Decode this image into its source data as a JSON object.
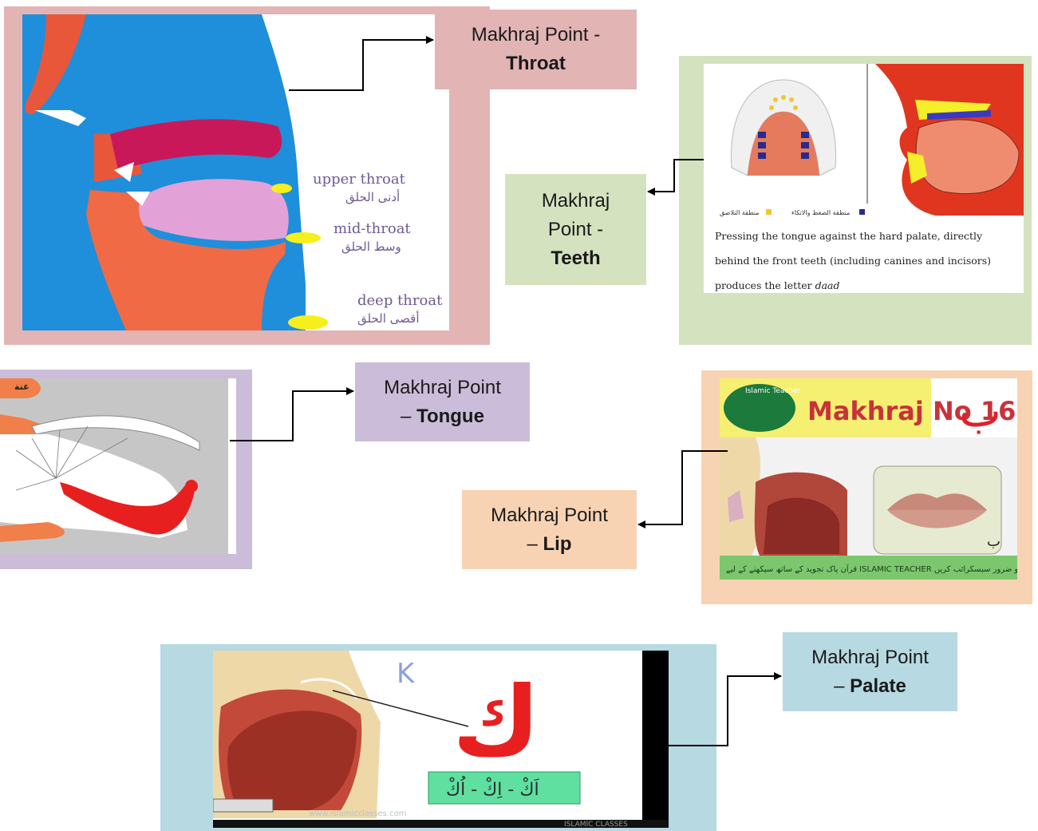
{
  "colors": {
    "throat_bg": "#e2b4b4",
    "teeth_bg": "#d5e2bf",
    "tongue_bg": "#cbbdd9",
    "lip_bg": "#f8d3b3",
    "palate_bg": "#b6d9e2",
    "arrow": "#000000"
  },
  "labels": {
    "throat": {
      "prefix": "Makhraj Point -",
      "bold": "Throat"
    },
    "teeth": {
      "line1": "Makhraj",
      "line2": "Point -",
      "bold": "Teeth"
    },
    "tongue": {
      "prefix": "Makhraj Point",
      "dash": "– ",
      "bold": "Tongue"
    },
    "lip": {
      "prefix": "Makhraj Point",
      "dash": "– ",
      "bold": "Lip"
    },
    "palate": {
      "prefix": "Makhraj Point",
      "dash": "– ",
      "bold": "Palate"
    }
  },
  "throat_image": {
    "upper_en": "upper throat",
    "upper_ar": "أدنى الحلق",
    "mid_en": "mid-throat",
    "mid_ar": "وسط الحلق",
    "deep_en": "deep throat",
    "deep_ar": "أقصى الحلق"
  },
  "teeth_image": {
    "caption": "Pressing the tongue against the hard palate, directly behind the front teeth (including canines and incisors) produces the letter",
    "caption_italic": "daad",
    "legend_a": "منطقة الضغط والاتكاء",
    "legend_b": "منطقة التلاصق"
  },
  "tongue_image": {
    "top_ar": "غنة"
  },
  "lip_image": {
    "banner_text": "Makhraj No 16",
    "banner_letter": "ب",
    "logo_text": "Islamic Teacher",
    "corner_letter": "ب",
    "footer_text": "قرآن پاک تجوید کے ساتھ سیکھنے کے لیے ISLAMIC TEACHER چینل کو ضرور سبسکرائب کریں"
  },
  "palate_image": {
    "big_letter": "ك",
    "latin_letter": "K",
    "vowels": "اَكْ - اِكْ - اُكْ",
    "watermark": "www.islamicclasses.com",
    "brand": "ISLAMIC CLASSES"
  }
}
